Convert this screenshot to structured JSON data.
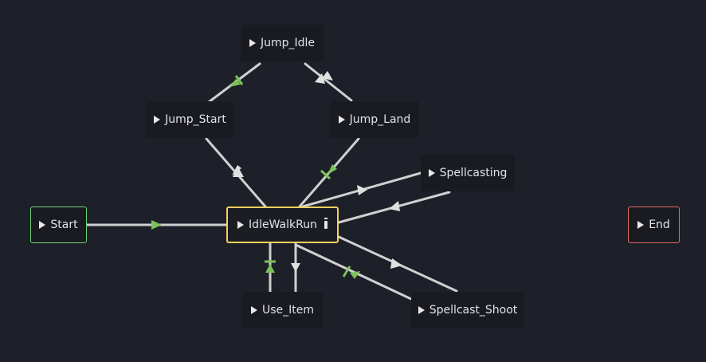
{
  "nodes": {
    "jump_idle": "Jump_Idle",
    "jump_start": "Jump_Start",
    "jump_land": "Jump_Land",
    "spellcasting": "Spellcasting",
    "start": "Start",
    "idlewalkrun": "IdleWalkRun",
    "end": "End",
    "use_item": "Use_Item",
    "spellcast_shoot": "Spellcast_Shoot"
  },
  "colors": {
    "background": "#1d2028",
    "node": "#1a1b21",
    "line": "#cfcfcf",
    "arrow_auto": "#7cc25b",
    "start_border": "#6fd37a",
    "end_border": "#e26a6a",
    "current_border": "#f4cf5f"
  },
  "icons": {
    "node_play": "play-icon",
    "edit": "edit-icon"
  }
}
